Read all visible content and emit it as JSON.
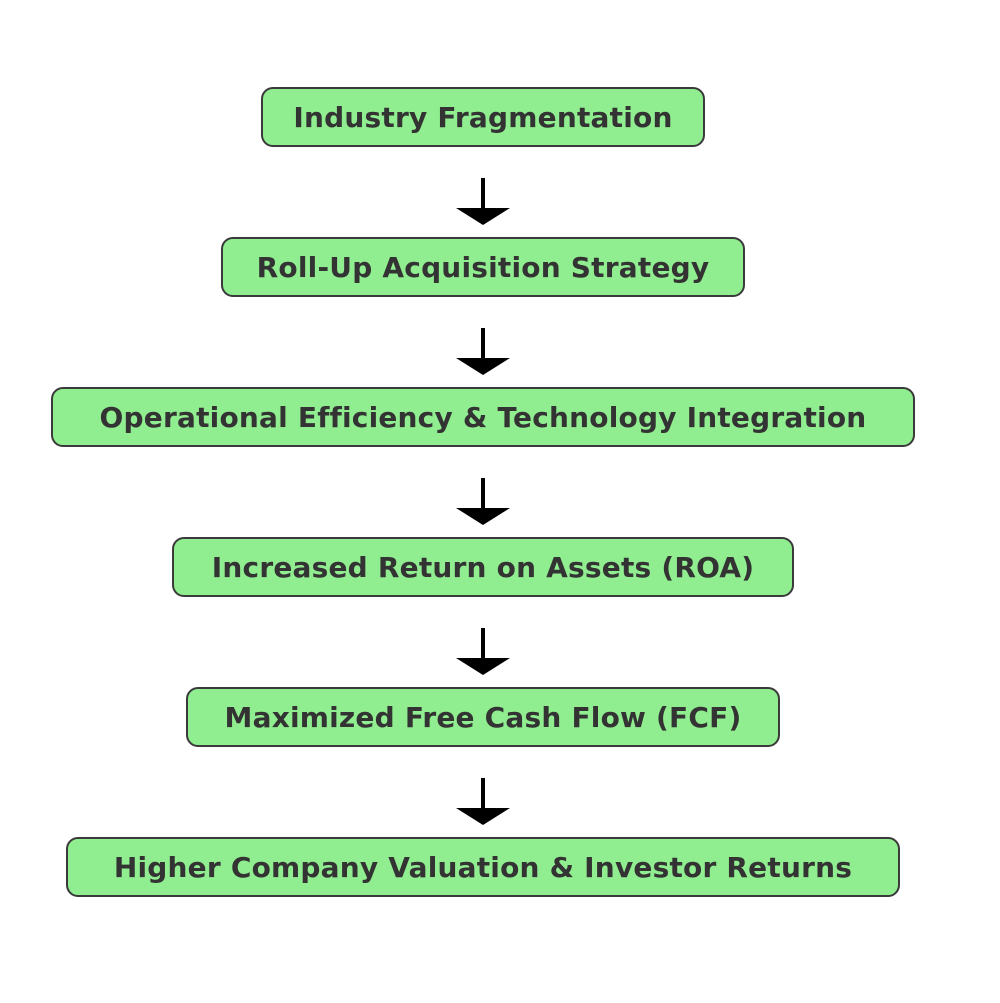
{
  "flowchart": {
    "nodes": [
      {
        "label": "Industry Fragmentation"
      },
      {
        "label": "Roll-Up Acquisition Strategy"
      },
      {
        "label": "Operational Efficiency & Technology Integration"
      },
      {
        "label": "Increased Return on Assets (ROA)"
      },
      {
        "label": "Maximized Free Cash Flow (FCF)"
      },
      {
        "label": "Higher Company Valuation & Investor Returns"
      }
    ],
    "colors": {
      "node_fill": "#90ee90",
      "node_border": "#3a3a3a",
      "text": "#333333",
      "arrow": "#000000"
    }
  }
}
